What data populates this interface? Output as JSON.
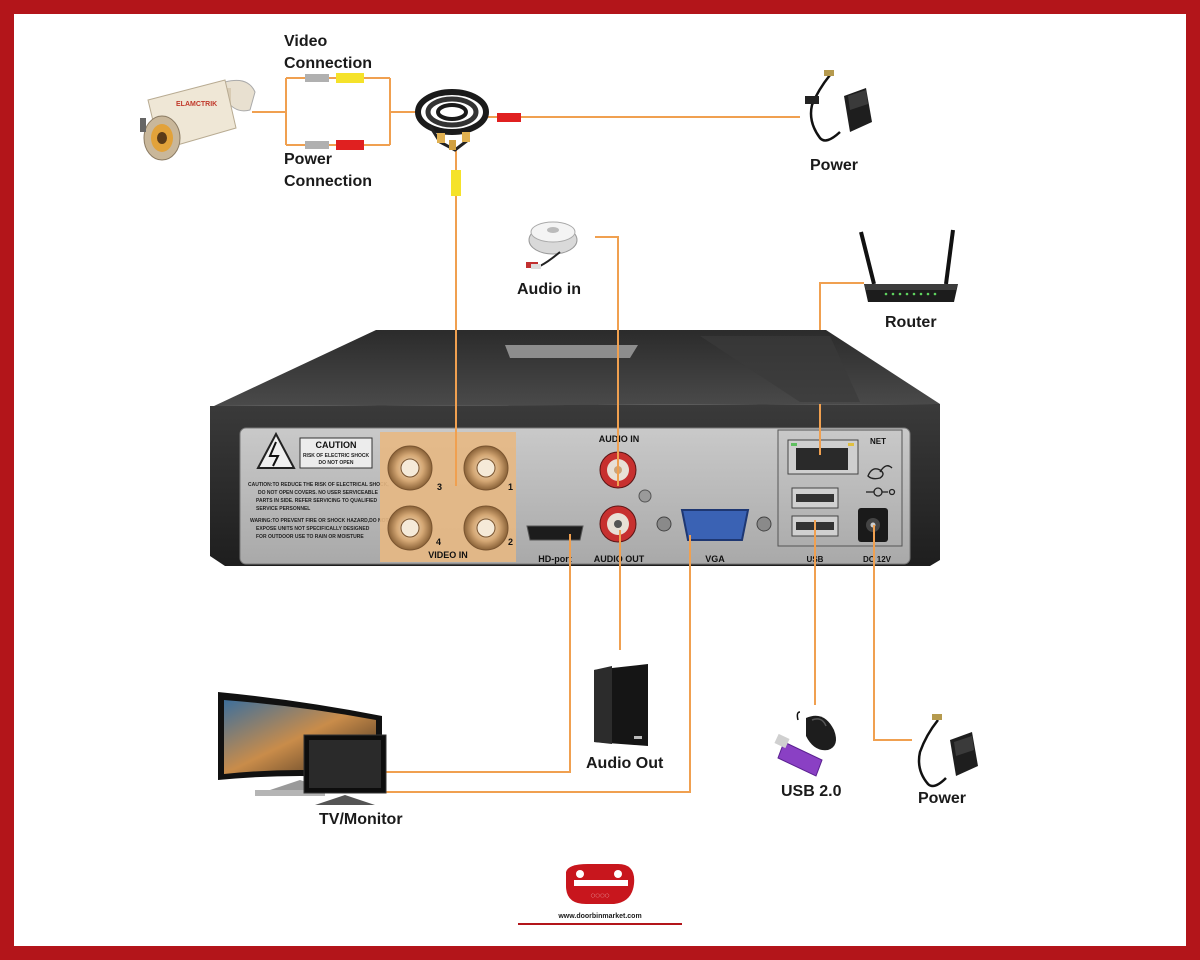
{
  "labels": {
    "video_connection": [
      "Video",
      "Connection"
    ],
    "power_connection": [
      "Power",
      "Connection"
    ],
    "power_top": "Power",
    "audio_in": "Audio in",
    "router": "Router",
    "tv_monitor": "TV/Monitor",
    "audio_out": "Audio Out",
    "usb": "USB 2.0",
    "power_bottom": "Power"
  },
  "dvr_panel": {
    "caution_title": "CAUTION",
    "caution_sub": [
      "RISK OF ELECTRIC SHOCK",
      "DO NOT OPEN"
    ],
    "caution_text": [
      "CAUTION:TO REDUCE THE RISK OF ELECTRICAL SHOCK,",
      "DO NOT OPEN COVERS. NO USER SERVICEABLE",
      "PARTS IN SIDE. REFER SERVICING TO QUALIFIED",
      "SERVICE PERSONNEL",
      "WARING:TO PREVENT FIRE OR SHOCK HAZARD,DO NOT",
      "EXPOSE UNITS NOT SPECIFICALLY DESIGNED",
      "FOR OUTDOOR USE TO RAIN OR MOISTURE"
    ],
    "video_in": "VIDEO IN",
    "bnc_numbers": [
      "3",
      "1",
      "4",
      "2"
    ],
    "audio_in": "AUDIO IN",
    "audio_out": "AUDIO OUT",
    "hd_port": "HD-port",
    "vga": "VGA",
    "net": "NET",
    "usb": "USB",
    "dc12v": "DC 12V"
  },
  "logo": {
    "url_text": "www.doorbinmarket.com"
  },
  "colors": {
    "border": "#b3151a",
    "wire": "#f0a050",
    "video_plug": "#f5e22a",
    "power_plug": "#e02020",
    "grey_plug": "#b0b0b0"
  }
}
